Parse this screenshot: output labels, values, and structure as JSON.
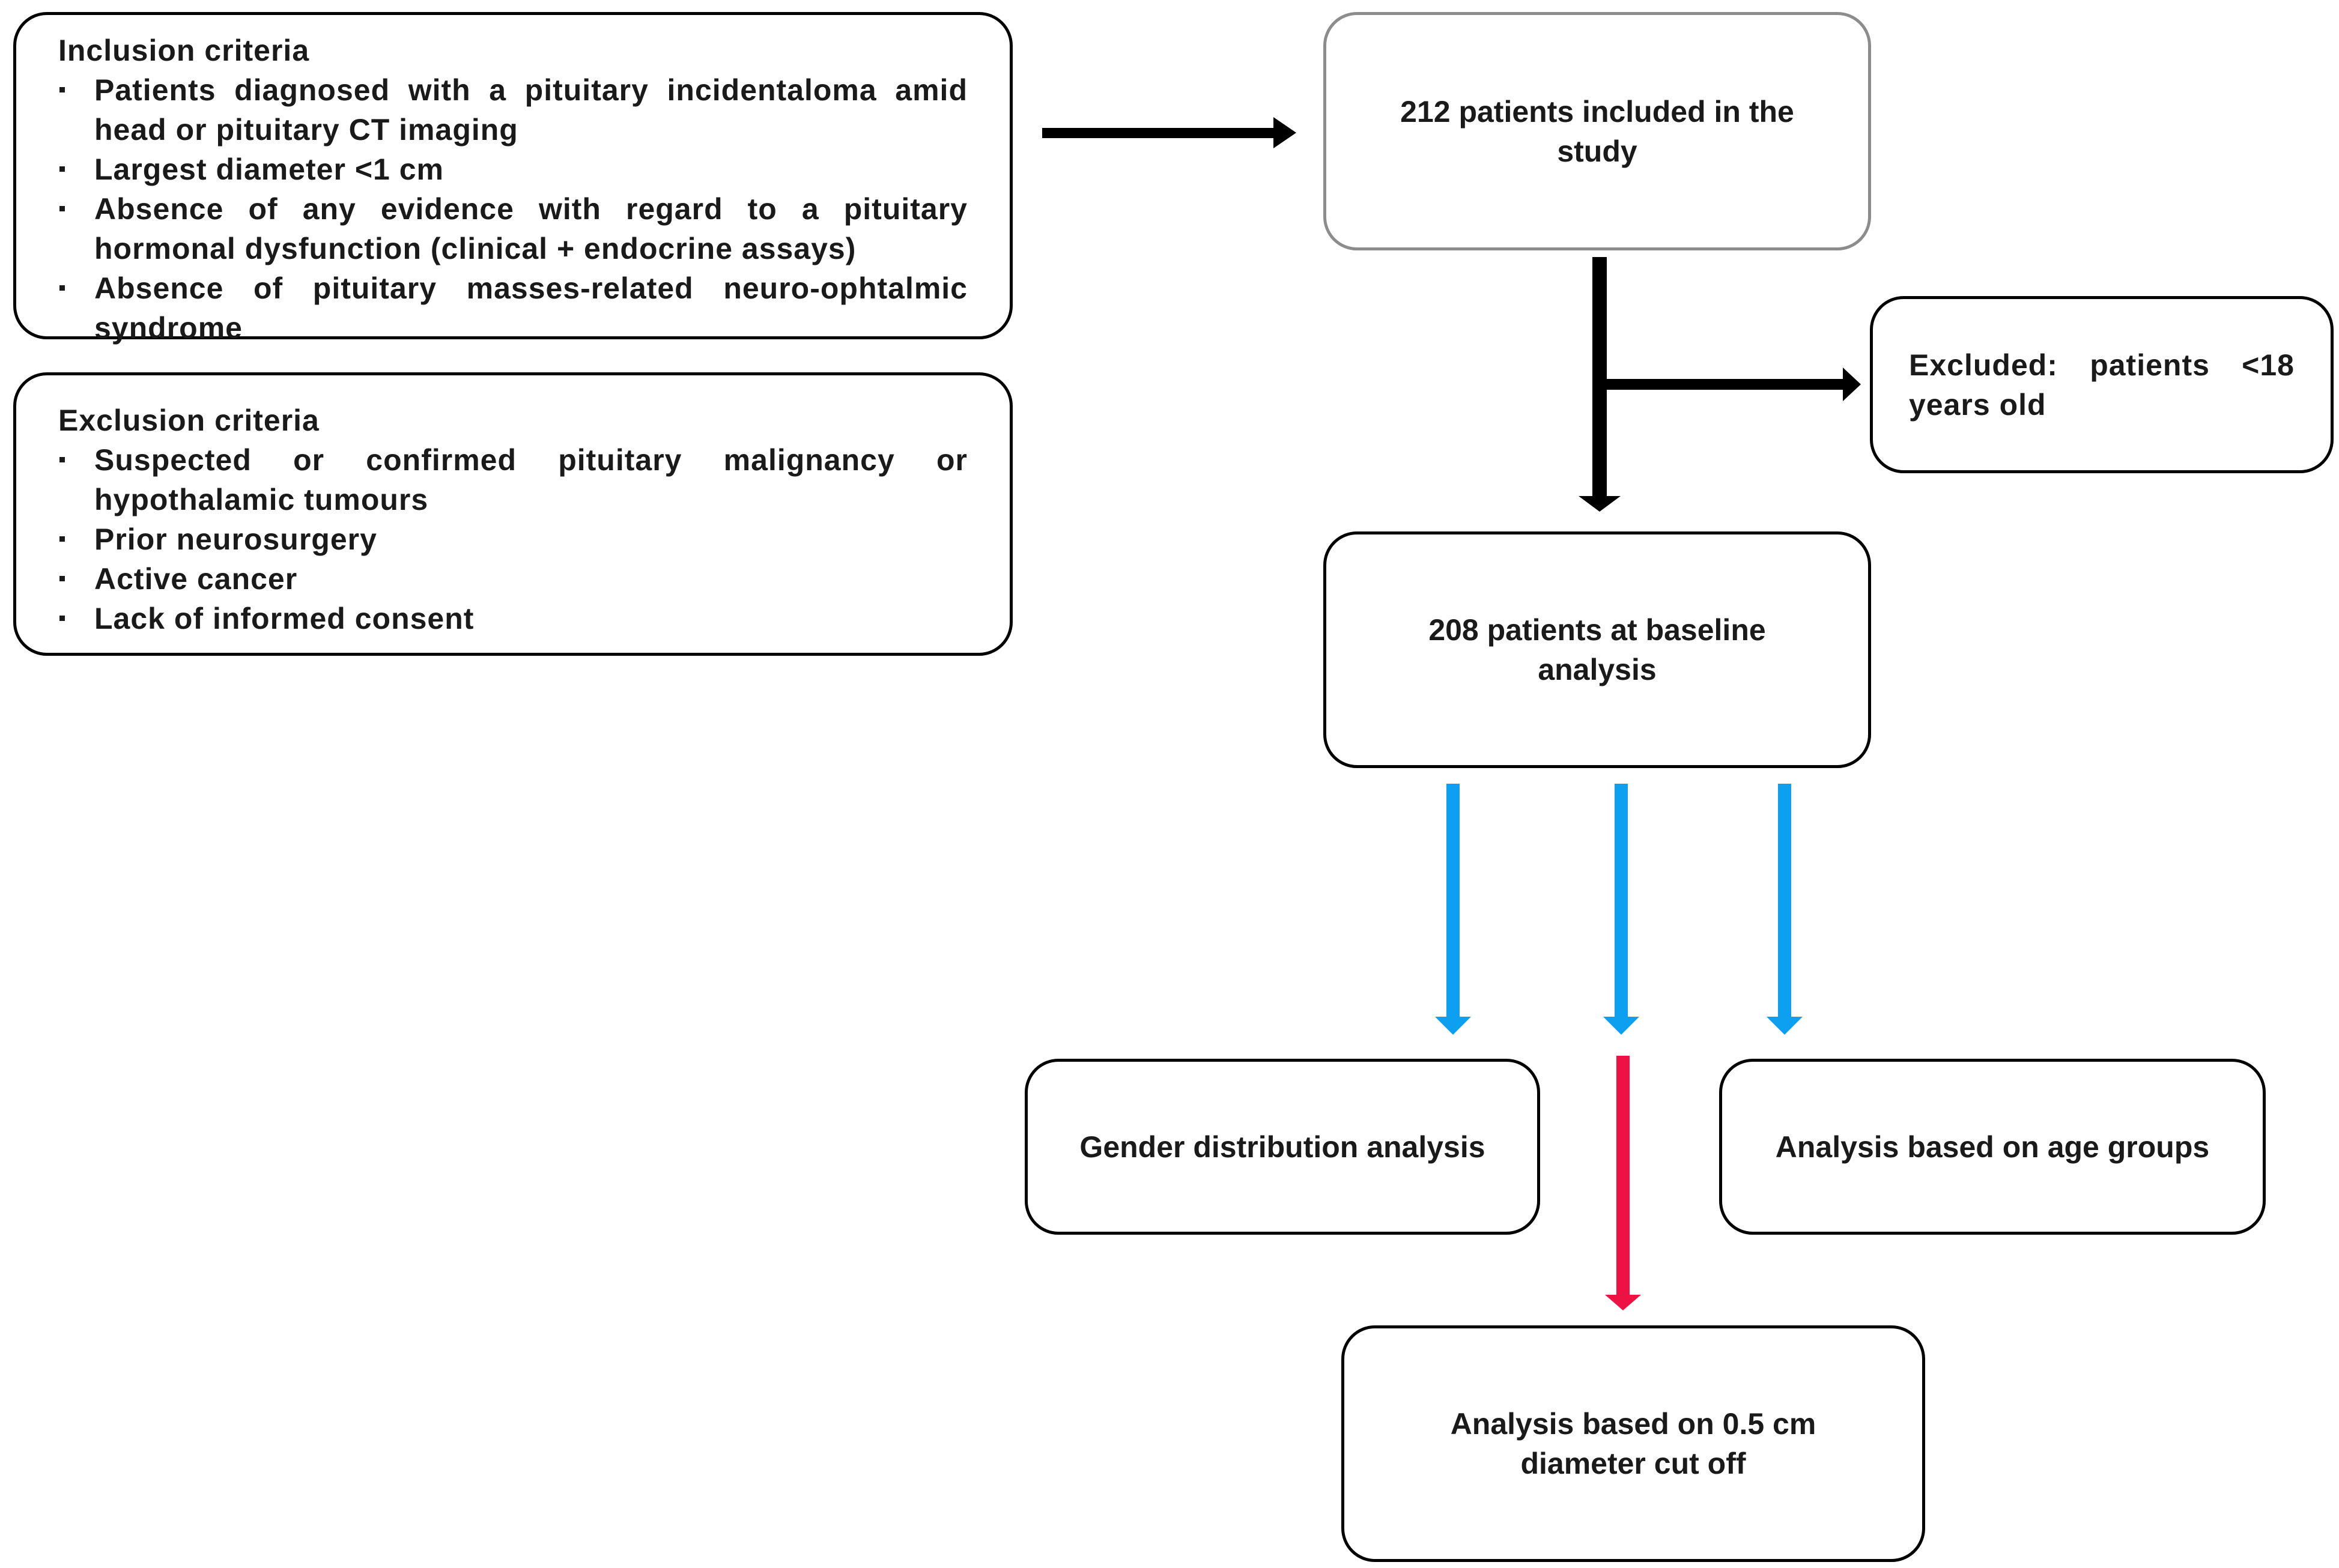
{
  "inclusion": {
    "title": "Inclusion criteria",
    "items": [
      "Patients diagnosed with a pituitary incidentaloma amid head or pituitary  CT imaging",
      "Largest diameter <1 cm",
      "Absence of any evidence with regard to a pituitary hormonal dysfunction (clinical + endocrine assays)",
      "Absence of pituitary masses-related neuro-ophtalmic syndrome"
    ]
  },
  "exclusion": {
    "title": "Exclusion criteria",
    "items": [
      "Suspected or confirmed  pituitary malignancy or hypothalamic tumours",
      "Prior neurosurgery",
      "Active cancer",
      "Lack of informed consent"
    ]
  },
  "flow": {
    "included": "212 patients included in the study",
    "excluded": "Excluded:  patients  <18 years old",
    "baseline": "208 patients at baseline analysis",
    "gender": "Gender distribution analysis",
    "age": "Analysis  based on age groups",
    "diameter": "Analysis  based on 0.5  cm diameter cut off"
  },
  "colors": {
    "arrow_main": "#000000",
    "arrow_branch": "#0ea0f0",
    "arrow_highlight": "#ee1144",
    "box_grey_border": "#8c8c8c"
  }
}
